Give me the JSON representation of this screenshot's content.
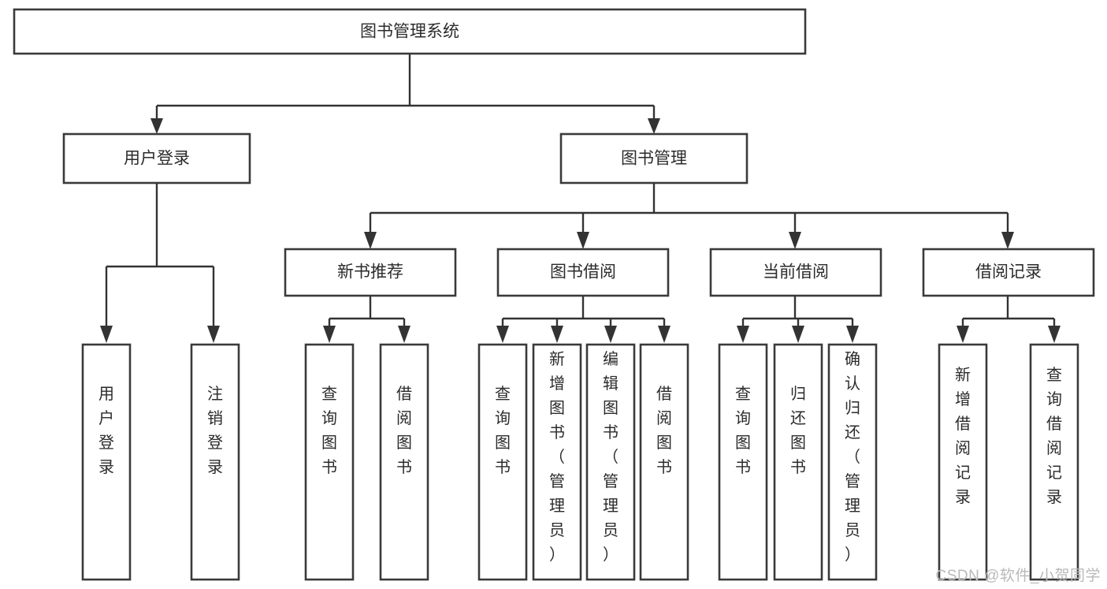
{
  "diagram": {
    "title": "图书管理系统",
    "type": "tree-hierarchy-chart",
    "root": {
      "id": "root",
      "label": "图书管理系统",
      "orientation": "horizontal"
    },
    "level2": [
      {
        "id": "user-login",
        "label": "用户登录",
        "orientation": "horizontal"
      },
      {
        "id": "book-management",
        "label": "图书管理",
        "orientation": "horizontal"
      }
    ],
    "level3": [
      {
        "id": "new-book-recommend",
        "label": "新书推荐",
        "orientation": "horizontal"
      },
      {
        "id": "book-borrow",
        "label": "图书借阅",
        "orientation": "horizontal"
      },
      {
        "id": "current-borrow",
        "label": "当前借阅",
        "orientation": "horizontal"
      },
      {
        "id": "borrow-record",
        "label": "借阅记录",
        "orientation": "horizontal"
      }
    ],
    "leaves": [
      {
        "id": "leaf-user-login",
        "parent": "user-login",
        "label": "用户登录",
        "orientation": "vertical"
      },
      {
        "id": "leaf-logout-login",
        "parent": "user-login",
        "label": "注销登录",
        "orientation": "vertical"
      },
      {
        "id": "leaf-query-book-1",
        "parent": "new-book-recommend",
        "label": "查询图书",
        "orientation": "vertical"
      },
      {
        "id": "leaf-borrow-book-1",
        "parent": "new-book-recommend",
        "label": "借阅图书",
        "orientation": "vertical"
      },
      {
        "id": "leaf-query-book-2",
        "parent": "book-borrow",
        "label": "查询图书",
        "orientation": "vertical"
      },
      {
        "id": "leaf-add-book",
        "parent": "book-borrow",
        "label": "新增图书（管理员）",
        "orientation": "vertical"
      },
      {
        "id": "leaf-edit-book",
        "parent": "book-borrow",
        "label": "编辑图书（管理员）",
        "orientation": "vertical"
      },
      {
        "id": "leaf-borrow-book-2",
        "parent": "book-borrow",
        "label": "借阅图书",
        "orientation": "vertical"
      },
      {
        "id": "leaf-query-book-3",
        "parent": "current-borrow",
        "label": "查询图书",
        "orientation": "vertical"
      },
      {
        "id": "leaf-return-book",
        "parent": "current-borrow",
        "label": "归还图书",
        "orientation": "vertical"
      },
      {
        "id": "leaf-confirm-return",
        "parent": "current-borrow",
        "label": "确认归还（管理员）",
        "orientation": "vertical"
      },
      {
        "id": "leaf-add-record",
        "parent": "borrow-record",
        "label": "新增借阅记录",
        "orientation": "vertical"
      },
      {
        "id": "leaf-query-record",
        "parent": "borrow-record",
        "label": "查询借阅记录",
        "orientation": "vertical"
      }
    ],
    "colors": {
      "box_stroke": "#3a3a3a",
      "box_fill": "#ffffff",
      "connector": "#333333",
      "text": "#2b2b2b",
      "watermark": "#b9b9b9",
      "background": "#ffffff"
    }
  },
  "watermark": {
    "text": "CSDN @软件_小贺同学"
  }
}
